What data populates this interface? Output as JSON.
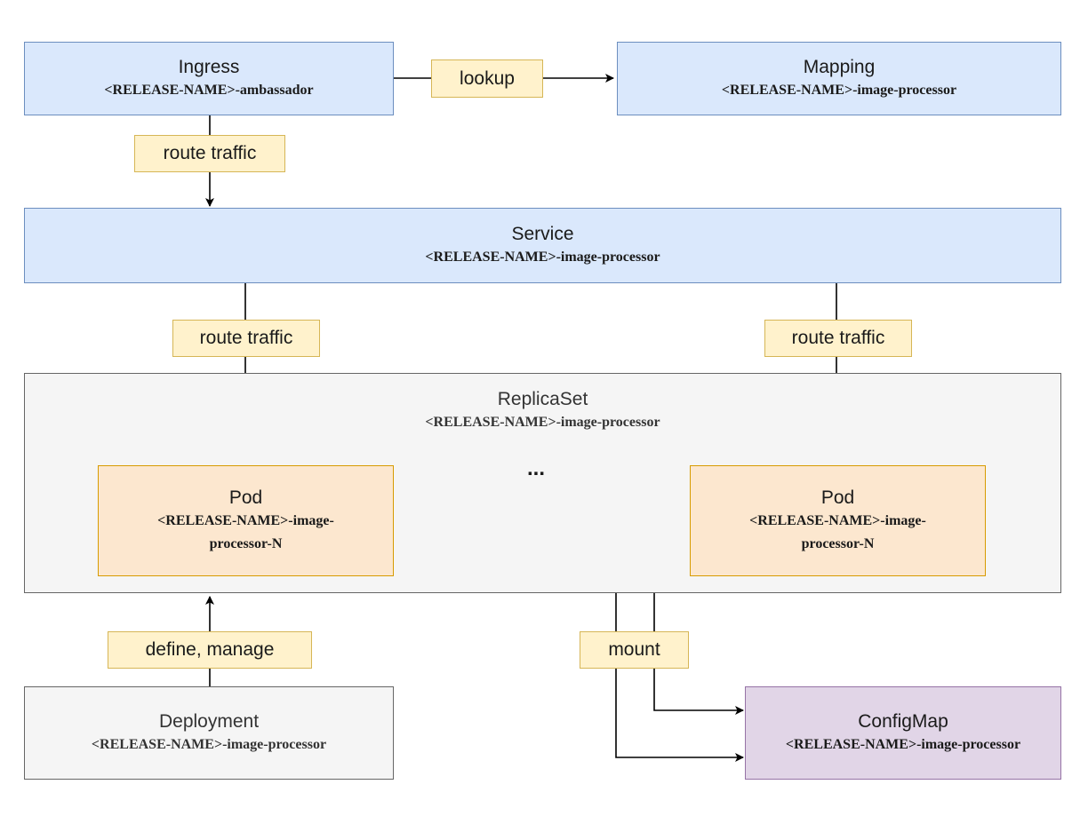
{
  "ingress": {
    "title": "Ingress",
    "name": "<RELEASE-NAME>-ambassador"
  },
  "mapping": {
    "title": "Mapping",
    "name": "<RELEASE-NAME>-image-processor"
  },
  "service": {
    "title": "Service",
    "name": "<RELEASE-NAME>-image-processor"
  },
  "replicaset": {
    "title": "ReplicaSet",
    "name": "<RELEASE-NAME>-image-processor"
  },
  "pods": [
    {
      "title": "Pod",
      "name_line1": "<RELEASE-NAME>-image-",
      "name_line2": "processor-N"
    },
    {
      "title": "Pod",
      "name_line1": "<RELEASE-NAME>-image-",
      "name_line2": "processor-N"
    }
  ],
  "ellipsis": "...",
  "deployment": {
    "title": "Deployment",
    "name": "<RELEASE-NAME>-image-processor"
  },
  "configmap": {
    "title": "ConfigMap",
    "name": "<RELEASE-NAME>-image-processor"
  },
  "edge_labels": {
    "lookup": "lookup",
    "ingress_to_service": "route traffic",
    "service_to_pod_left": "route traffic",
    "service_to_pod_right": "route traffic",
    "deployment_to_replicaset": "define, manage",
    "pods_to_configmap": "mount"
  },
  "colors": {
    "resource_fill": "#dae8fc",
    "resource_stroke": "#6c8ebf",
    "pod_fill": "#fce7cf",
    "pod_stroke": "#d79b00",
    "configmap_fill": "#e1d5e7",
    "configmap_stroke": "#9673a6",
    "group_fill": "#f5f5f5",
    "group_stroke": "#666666",
    "label_fill": "#fff2cc",
    "label_stroke": "#d6b656",
    "edge": "#000000"
  }
}
